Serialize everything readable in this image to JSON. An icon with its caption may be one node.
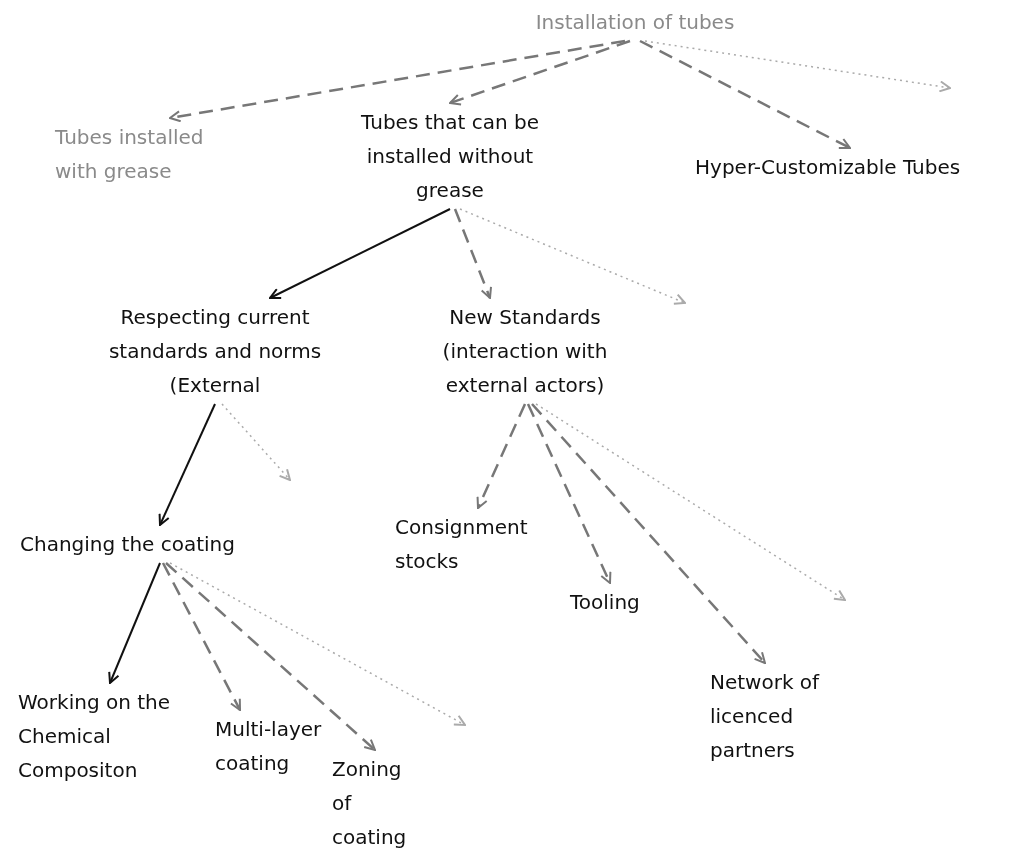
{
  "diagram": {
    "nodes": [
      {
        "text": [
          "Installation of tubes"
        ]
      },
      {
        "text": [
          "Tubes installed with grease"
        ]
      },
      {
        "text": [
          "Tubes that can be installed without grease"
        ]
      },
      {
        "text": [
          "Hyper-Customizable Tubes"
        ]
      },
      {
        "text": [
          "Respecting current standards and norms (External"
        ]
      },
      {
        "text": [
          "New Standards (interaction with external actors)"
        ]
      },
      {
        "text": [
          "Changing the coating"
        ]
      },
      {
        "text": [
          "Consignment stocks"
        ]
      },
      {
        "text": [
          "Tooling"
        ]
      },
      {
        "text": [
          "Network of licenced partners"
        ]
      },
      {
        "text": [
          "Working on the Chemical Compositon"
        ]
      },
      {
        "text": [
          "Multi-layer coating"
        ]
      },
      {
        "text": [
          "Zoning of coating"
        ]
      }
    ],
    "edges": [
      {
        "from": 0,
        "to": 1,
        "arrow": "to",
        "style": "dashed"
      },
      {
        "from": 0,
        "to": 2,
        "arrow": "to",
        "style": "dashed"
      },
      {
        "from": 0,
        "to": 3,
        "arrow": "to",
        "style": "dashed"
      },
      {
        "from": 0,
        "to": null,
        "arrow": "to",
        "style": "dashed",
        "color": "#aaaaaa"
      },
      {
        "from": 2,
        "to": 4,
        "arrow": "to",
        "color": "#111111"
      },
      {
        "from": 2,
        "to": 5,
        "arrow": "to",
        "style": "dashed"
      },
      {
        "from": 2,
        "to": null,
        "arrow": "to",
        "style": "dashed",
        "color": "#aaaaaa"
      },
      {
        "from": 4,
        "to": 6,
        "arrow": "to",
        "color": "#111111"
      },
      {
        "from": 4,
        "to": null,
        "arrow": "to",
        "style": "dashed",
        "color": "#aaaaaa"
      },
      {
        "from": 5,
        "to": 7,
        "arrow": "to",
        "style": "dashed"
      },
      {
        "from": 5,
        "to": 8,
        "arrow": "to",
        "style": "dashed"
      },
      {
        "from": 5,
        "to": 9,
        "arrow": "to",
        "style": "dashed"
      },
      {
        "from": 5,
        "to": null,
        "arrow": "to",
        "style": "dashed",
        "color": "#aaaaaa"
      },
      {
        "from": 6,
        "to": 10,
        "arrow": "to",
        "color": "#111111"
      },
      {
        "from": 6,
        "to": 11,
        "arrow": "to",
        "style": "dashed"
      },
      {
        "from": 6,
        "to": 12,
        "arrow": "to",
        "style": "dashed"
      },
      {
        "from": 6,
        "to": null,
        "arrow": "to",
        "style": "dashed",
        "color": "#aaaaaa"
      }
    ]
  }
}
